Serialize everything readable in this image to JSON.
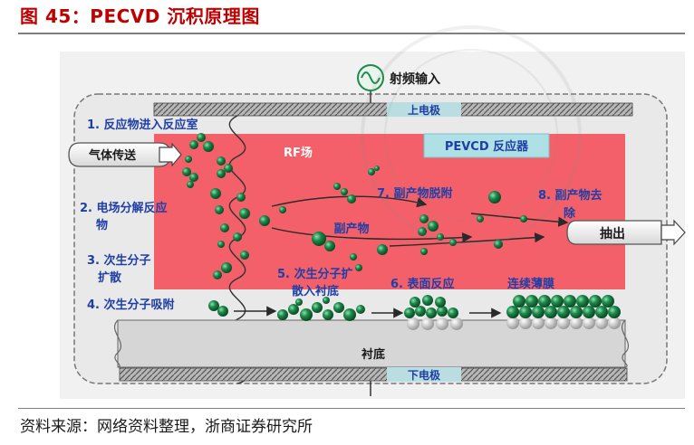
{
  "figure_title": "图 45：PECVD 沉积原理图",
  "source": "资料来源：网络资料整理，浙商证券研究所",
  "labels": {
    "rf_input": "射频输入",
    "upper_electrode": "上电极",
    "lower_electrode": "下电极",
    "reactor": "PEVCD 反应器",
    "rf_field": "RF场",
    "gas_feed": "气体传送",
    "exhaust": "抽出",
    "substrate": "衬底",
    "byproduct": "副产物",
    "film": "连续薄膜"
  },
  "steps": {
    "step1": "1. 反应物进入反应室",
    "step2_line1": "2. 电场分解反应",
    "step2_line2": "物",
    "step3_line1": "3. 次生分子",
    "step3_line2": "扩散",
    "step4": "4. 次生分子吸附",
    "step5_line1": "5. 次生分子扩",
    "step5_line2": "散入衬底",
    "step6": "6. 表面反应",
    "step7": "7. 副产物脱附",
    "step8_line1": "8. 副产物去",
    "step8_line2": "除"
  },
  "colors": {
    "title": "#c00000",
    "reactor_fill": "#f4606a",
    "label_blue": "#1f3fa6",
    "molecule": "#1c8a4a",
    "electrode": "#9a9a9a",
    "chamber": "#efefef"
  }
}
